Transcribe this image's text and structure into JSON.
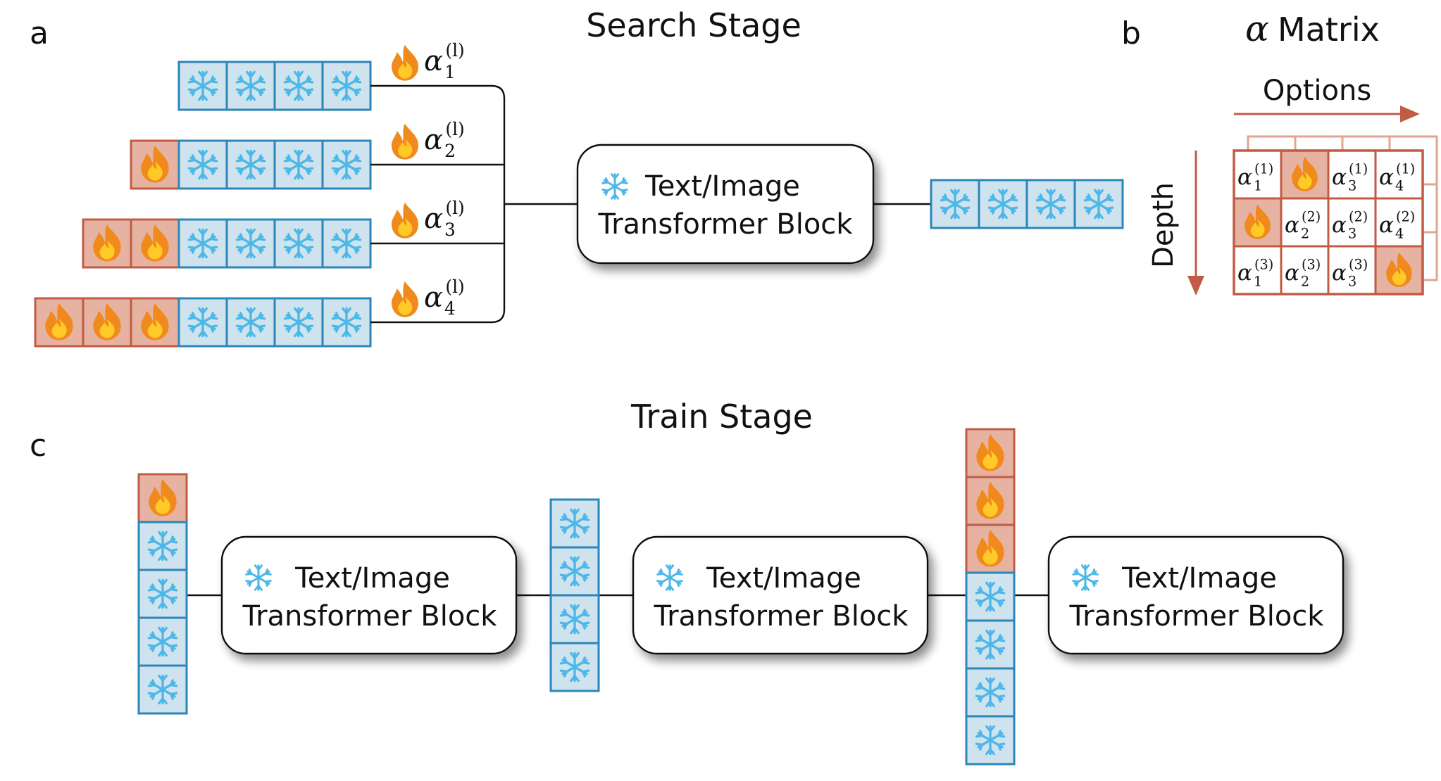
{
  "panels": {
    "a": {
      "letter": "a",
      "title": "Search Stage",
      "rows": [
        {
          "trainable": 0,
          "frozen": 4,
          "alpha": "α",
          "sub": "1",
          "sup": "(l)"
        },
        {
          "trainable": 1,
          "frozen": 4,
          "alpha": "α",
          "sub": "2",
          "sup": "(l)"
        },
        {
          "trainable": 2,
          "frozen": 4,
          "alpha": "α",
          "sub": "3",
          "sup": "(l)"
        },
        {
          "trainable": 3,
          "frozen": 4,
          "alpha": "α",
          "sub": "4",
          "sup": "(l)"
        }
      ],
      "block": {
        "line1": "Text/Image",
        "line2": "Transformer Block"
      },
      "output_frozen": 4
    },
    "b": {
      "letter": "b",
      "title_alpha": "α",
      "title_rest": "Matrix",
      "x_axis": "Options",
      "y_axis": "Depth",
      "matrix": [
        [
          {
            "a": "α",
            "sub": "1",
            "sup": "(1)"
          },
          {
            "fire": true
          },
          {
            "a": "α",
            "sub": "3",
            "sup": "(1)"
          },
          {
            "a": "α",
            "sub": "4",
            "sup": "(1)"
          }
        ],
        [
          {
            "fire": true
          },
          {
            "a": "α",
            "sub": "2",
            "sup": "(2)"
          },
          {
            "a": "α",
            "sub": "3",
            "sup": "(2)"
          },
          {
            "a": "α",
            "sub": "4",
            "sup": "(2)"
          }
        ],
        [
          {
            "a": "α",
            "sub": "1",
            "sup": "(3)"
          },
          {
            "a": "α",
            "sub": "2",
            "sup": "(3)"
          },
          {
            "a": "α",
            "sub": "3",
            "sup": "(3)"
          },
          {
            "fire": true
          }
        ]
      ]
    },
    "c": {
      "letter": "c",
      "title": "Train Stage",
      "stacks": [
        {
          "trainable": 1,
          "frozen": 4
        },
        {
          "trainable": 0,
          "frozen": 4
        },
        {
          "trainable": 3,
          "frozen": 4
        }
      ],
      "blocks": [
        {
          "line1": "Text/Image",
          "line2": "Transformer Block"
        },
        {
          "line1": "Text/Image",
          "line2": "Transformer Block"
        },
        {
          "line1": "Text/Image",
          "line2": "Transformer Block"
        }
      ]
    }
  },
  "icons": {
    "frozen": "snowflake-icon",
    "trainable": "flame-icon"
  },
  "colors": {
    "frozen_fill": "#cfe3ee",
    "frozen_stroke": "#2b86b9",
    "snowflake": "#4db8e8",
    "trainable_fill": "#e6b3a3",
    "trainable_stroke": "#c15b45",
    "flame_outer": "#f08a1c",
    "flame_inner": "#ffc928",
    "arrow": "#c15b45",
    "matrix_line": "#c15b45",
    "matrix_back": "#e2a58f"
  }
}
